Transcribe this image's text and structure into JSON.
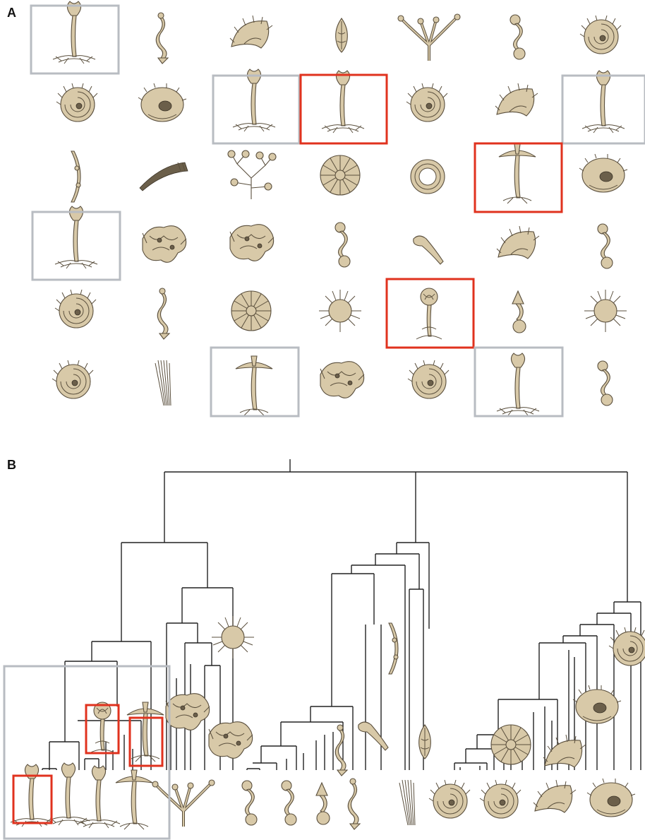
{
  "panels": {
    "a_label": "A",
    "b_label": "B"
  },
  "colors": {
    "highlight": "#e0321e",
    "selected": "#b8bcc2",
    "creature": "#d8c9a8",
    "tree": "#222222"
  },
  "panel_a_grid": [
    [
      "flower-icon",
      "twist-icon",
      "shell-fan-icon",
      "pod-icon",
      "branch-icon",
      "bead-icon",
      "ammonite-icon"
    ],
    [
      "ammonite-icon",
      "torus-shell-icon",
      "flower-icon",
      "flower-icon",
      "ammonite-icon",
      "shell-fan-icon",
      "flower-icon"
    ],
    [
      "arc-icon",
      "horn-icon",
      "bush-icon",
      "spiral-icon",
      "ring-icon",
      "umbrella-flower-icon",
      "torus-shell-icon"
    ],
    [
      "flower-icon",
      "coral-icon",
      "coral-icon",
      "bead-icon",
      "club-icon",
      "shell-fan-icon",
      "bead-icon"
    ],
    [
      "ammonite-icon",
      "twist-icon",
      "spiral-icon",
      "urchin-icon",
      "rose-icon",
      "cone-bead-icon",
      "urchin-icon"
    ],
    [
      "ammonite-icon",
      "whisk-icon",
      "umbrella-flower-icon",
      "coral-icon",
      "ammonite-icon",
      "flower-icon",
      "bead-icon"
    ]
  ],
  "panel_a_frames": {
    "grey": [
      [
        0,
        0
      ],
      [
        1,
        2
      ],
      [
        1,
        6
      ],
      [
        3,
        0
      ],
      [
        5,
        2
      ],
      [
        5,
        5
      ]
    ],
    "red": [
      [
        1,
        3
      ],
      [
        2,
        5
      ],
      [
        4,
        4
      ]
    ]
  }
}
